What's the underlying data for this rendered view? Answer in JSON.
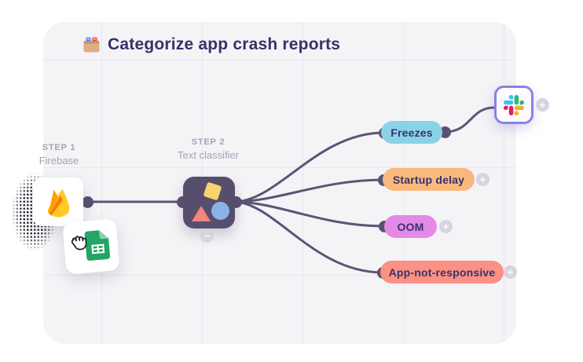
{
  "header": {
    "title": "Categorize app crash reports",
    "icon": "card-index-dividers-emoji"
  },
  "workflow": {
    "steps": [
      {
        "step_label": "STEP 1",
        "name": "Firebase",
        "icon": "firebase-logo"
      },
      {
        "step_label": "STEP 2",
        "name": "Text classifier",
        "icon": "classifier-shapes"
      }
    ],
    "categories": [
      {
        "label": "Freezes",
        "color": "#8AD3E6",
        "has_add_button": false
      },
      {
        "label": "Startup delay",
        "color": "#F9B87D",
        "has_add_button": true
      },
      {
        "label": "OOM",
        "color": "#E48AE5",
        "has_add_button": true
      },
      {
        "label": "App-not-responsive",
        "color": "#FB9184",
        "has_add_button": true
      }
    ],
    "destination": {
      "icon": "slack-logo",
      "border_color": "#8F7EE6"
    },
    "dragged_item": {
      "icon": "google-sheets-logo",
      "cursor": "grabbing-hand-cursor"
    }
  },
  "ui": {
    "plus_glyph": "+",
    "minus_glyph": "−"
  },
  "colors": {
    "page_bg": "#FFFFFF",
    "canvas_bg": "#F4F3F6",
    "grid_line": "#E9E7EE",
    "connector": "#5D5475",
    "port_dot": "#5A5170",
    "classifier_node": "#574E6D",
    "title_text": "#39316B",
    "step_label_text": "#A9A2B8",
    "round_button_bg": "#D7D3E1"
  }
}
